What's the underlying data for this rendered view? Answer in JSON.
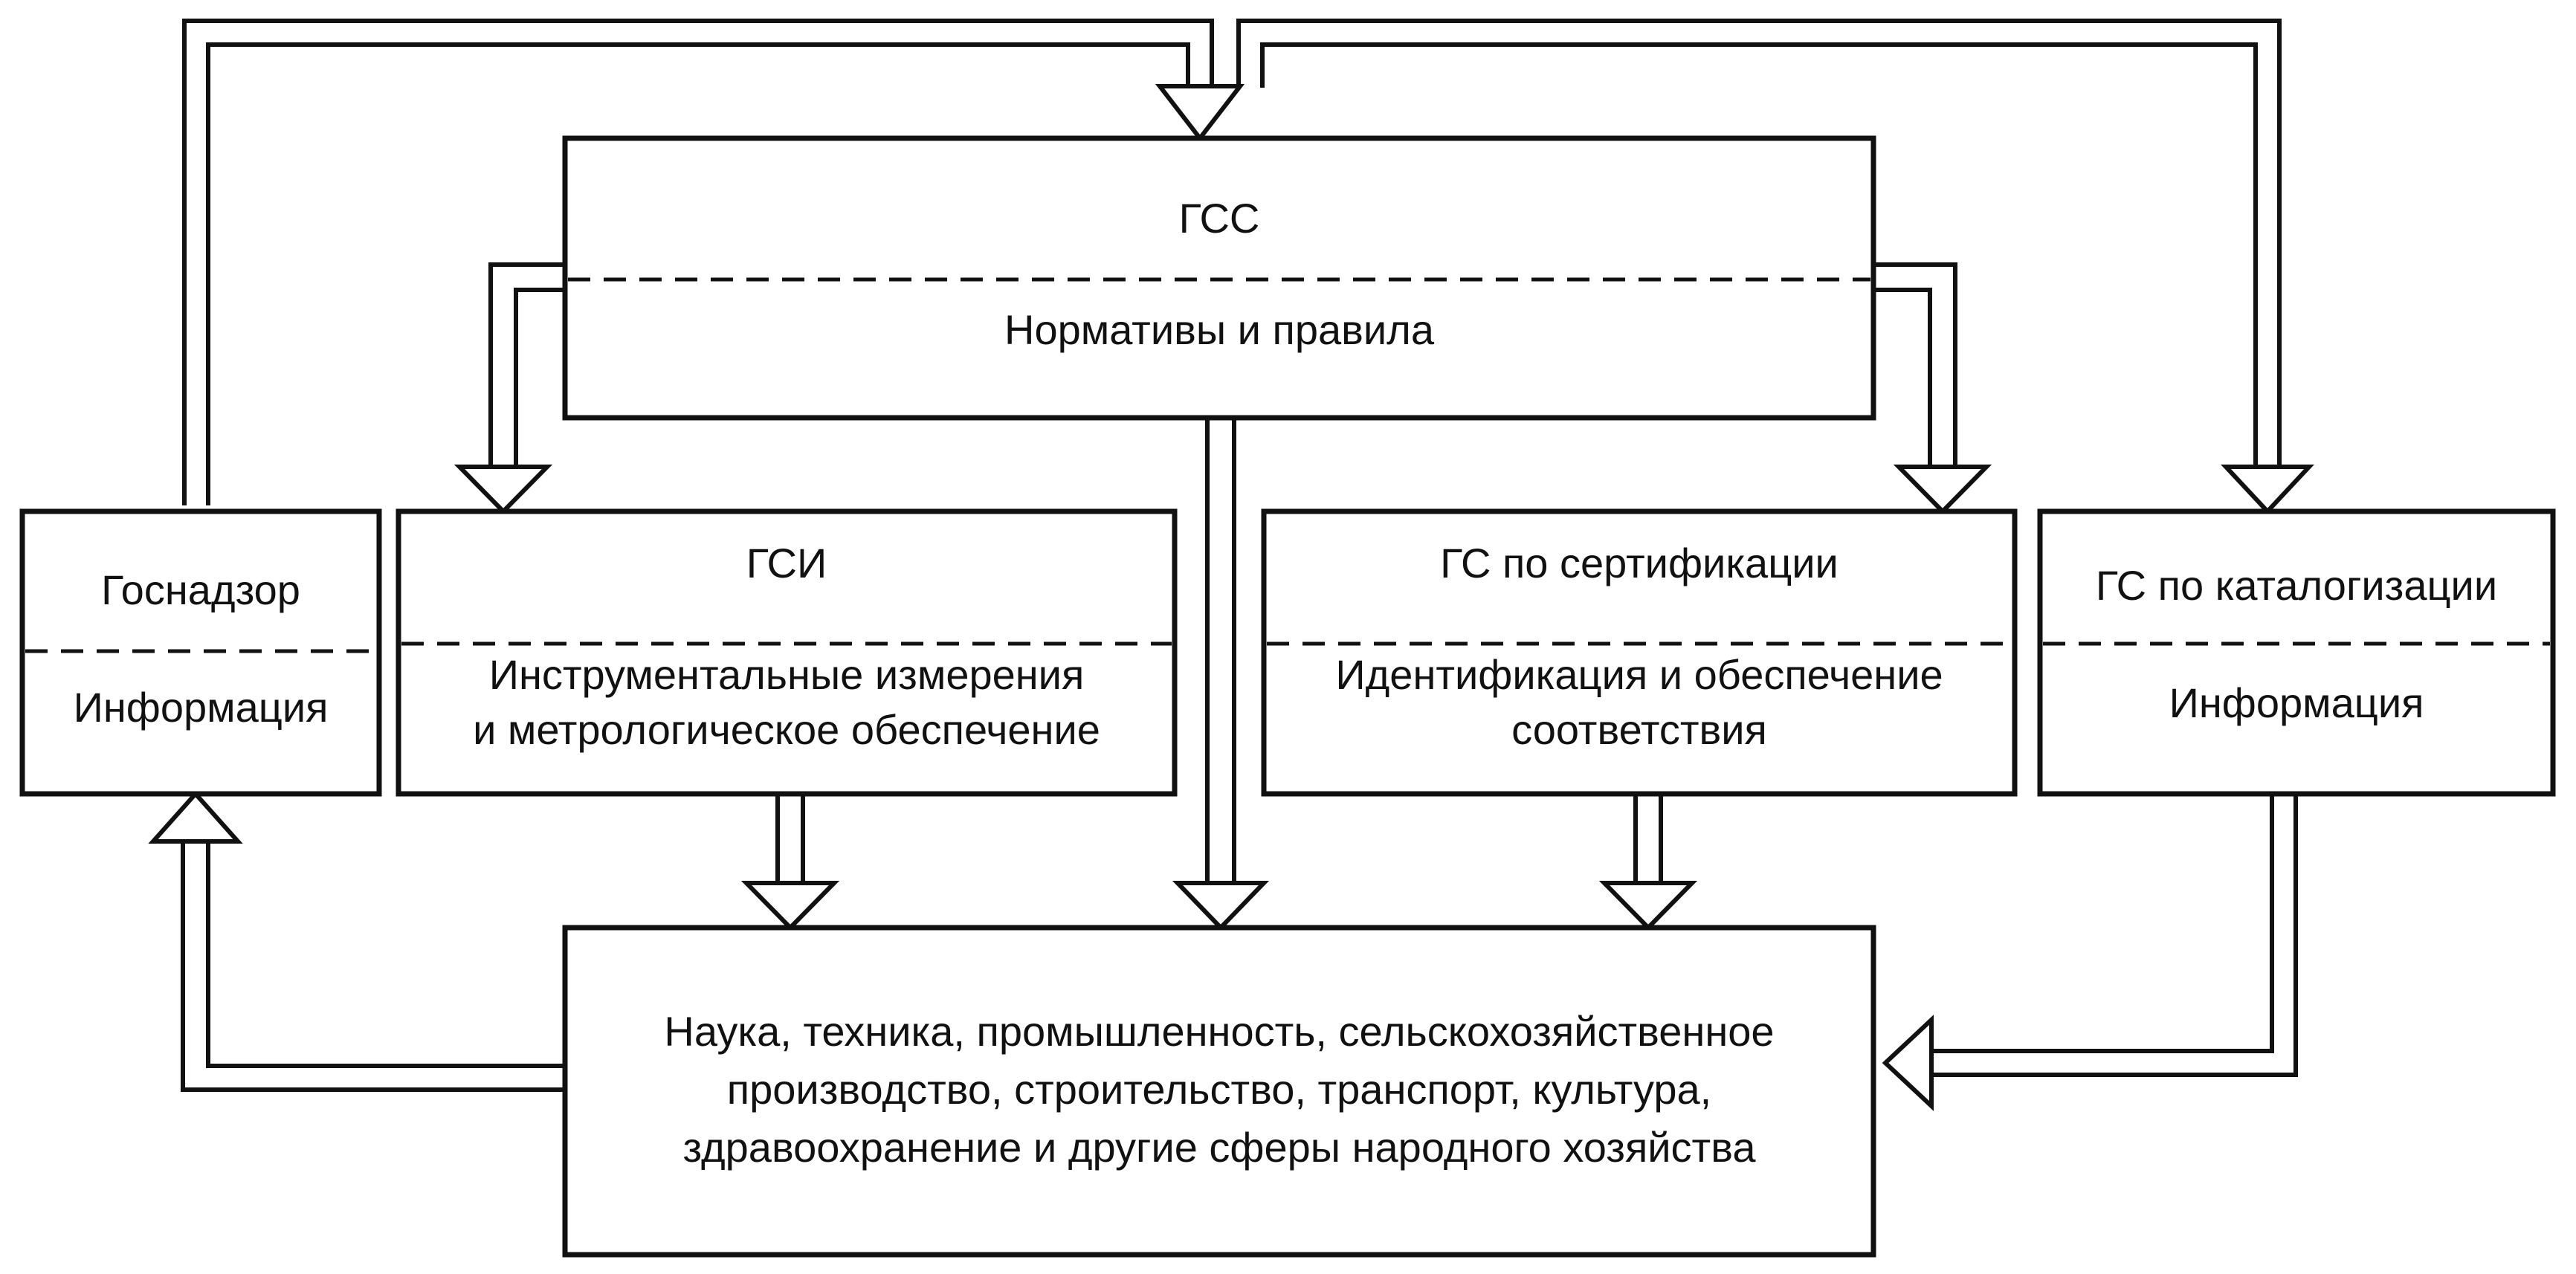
{
  "diagram": {
    "gss": {
      "title": "ГСС",
      "subtitle": "Нормативы и правила"
    },
    "gosnadzor": {
      "title": "Госнадзор",
      "subtitle": "Информация"
    },
    "gsi": {
      "title": "ГСИ",
      "line1": "Инструментальные измерения",
      "line2": "и метрологическое обеспечение"
    },
    "gs_cert": {
      "title": "ГС по сертификации",
      "line1": "Идентификация и обеспечение",
      "line2": "соответствия"
    },
    "gs_catalog": {
      "title": "ГС по каталогизации",
      "subtitle": "Информация"
    },
    "economy": {
      "line1": "Наука, техника, промышленность, сельскохозяйственное",
      "line2": "производство, строительство, транспорт, культура,",
      "line3": "здравоохранение и другие сферы народного хозяйства"
    }
  },
  "colors": {
    "stroke": "#111111",
    "background": "#ffffff"
  }
}
